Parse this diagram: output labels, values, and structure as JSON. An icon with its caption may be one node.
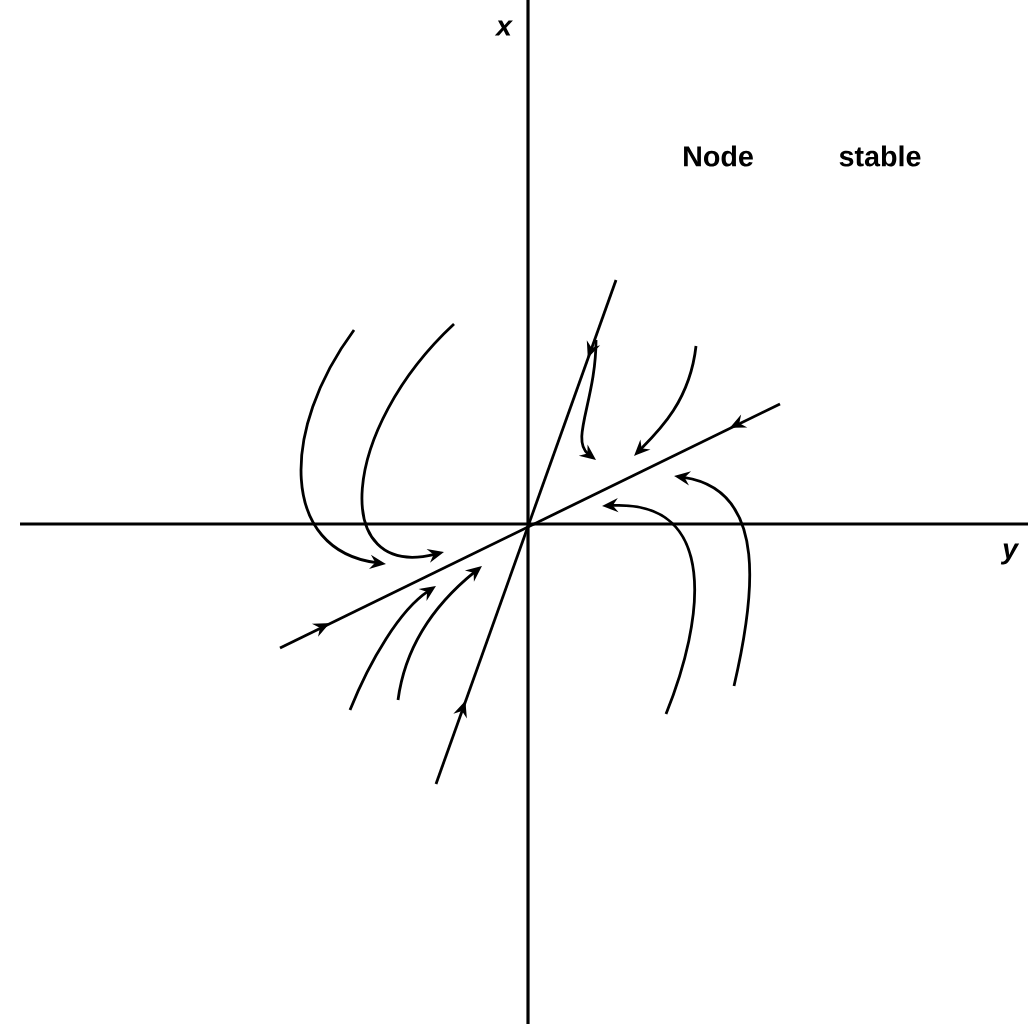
{
  "diagram": {
    "labels": [
      "x",
      "Node",
      "stable",
      "y"
    ]
  }
}
